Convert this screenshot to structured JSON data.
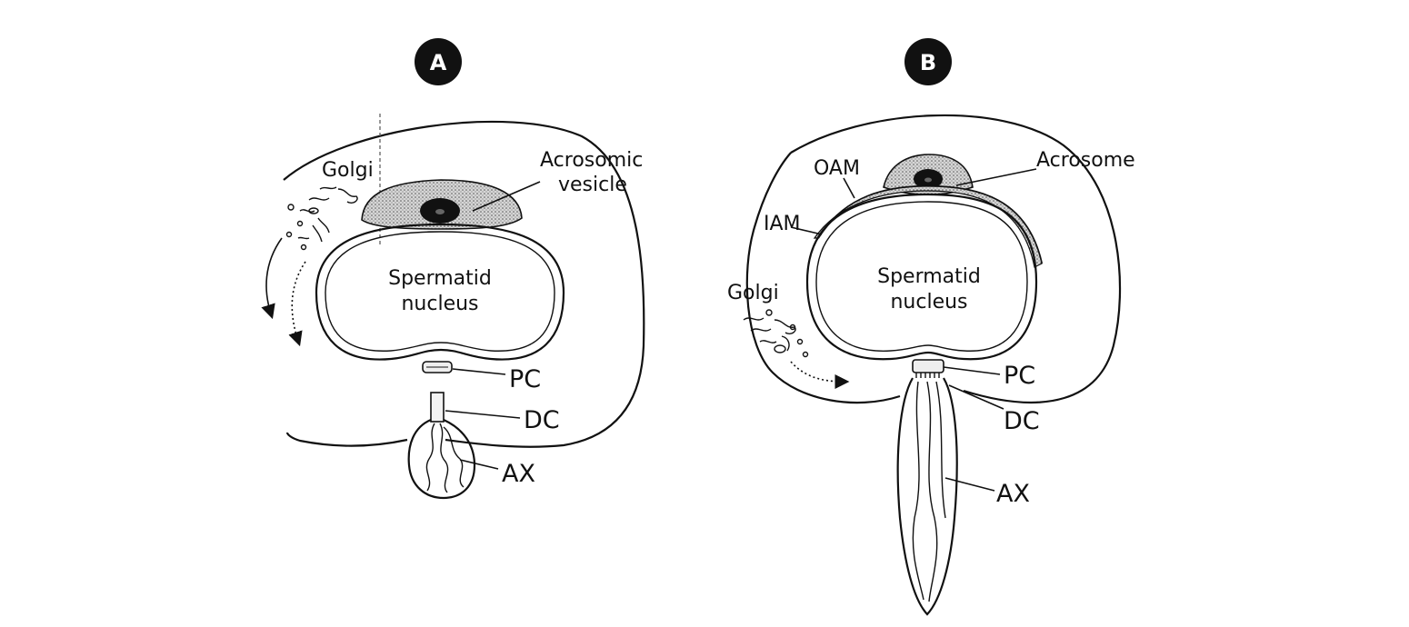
{
  "panels": [
    {
      "id": "A",
      "badge": "A",
      "labels": {
        "golgi": "Golgi",
        "acrosomic_1": "Acrosomic",
        "acrosomic_2": "vesicle",
        "nucleus_1": "Spermatid",
        "nucleus_2": "nucleus",
        "pc": "PC",
        "dc": "DC",
        "ax": "AX"
      }
    },
    {
      "id": "B",
      "badge": "B",
      "labels": {
        "oam": "OAM",
        "iam": "IAM",
        "acrosome": "Acrosome",
        "golgi": "Golgi",
        "nucleus_1": "Spermatid",
        "nucleus_2": "nucleus",
        "pc": "PC",
        "dc": "DC",
        "ax": "AX"
      }
    }
  ],
  "colors": {
    "ink": "#111111",
    "stipple": "#bdbdbd",
    "badge": "#111111"
  }
}
